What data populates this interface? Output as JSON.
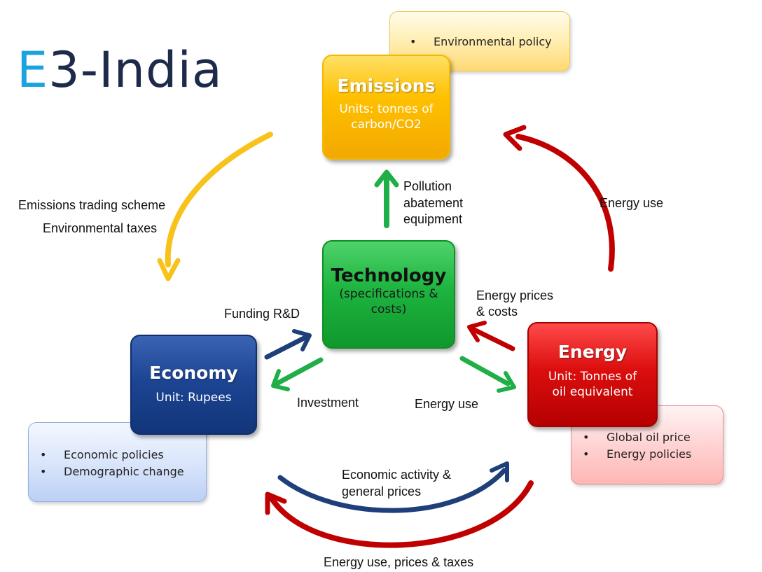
{
  "logo": {
    "prefix": "E",
    "rest": "3-India"
  },
  "nodes": {
    "emissions": {
      "title": "Emissions",
      "sub1": "Units: tonnes of",
      "sub2": "carbon/CO2",
      "color": "#ffc000"
    },
    "technology": {
      "title": "Technology",
      "sub1": "(specifications &",
      "sub2": "costs)",
      "color": "#1db43f"
    },
    "economy": {
      "title": "Economy",
      "sub1": "Unit: Rupees",
      "color": "#1d4593"
    },
    "energy": {
      "title": "Energy",
      "sub1": "Unit: Tonnes of",
      "sub2": "oil equivalent",
      "color": "#dc0e0e"
    }
  },
  "boxes": {
    "emissions_policy": [
      "Environmental policy"
    ],
    "economy_policy": [
      "Economic policies",
      "Demographic change"
    ],
    "energy_policy": [
      "Global oil price",
      "Energy policies"
    ]
  },
  "labels": {
    "emissions_trading": "Emissions trading scheme",
    "env_taxes": "Environmental taxes",
    "pollution_1": "Pollution",
    "pollution_2": "abatement",
    "pollution_3": "equipment",
    "energy_use_top": "Energy use",
    "funding": "Funding R&D",
    "energy_prices_1": "Energy prices",
    "energy_prices_2": "& costs",
    "investment": "Investment",
    "energy_use_mid": "Energy use",
    "econ_activity_1": "Economic activity &",
    "econ_activity_2": "general prices",
    "energy_use_bottom": "Energy use, prices & taxes"
  },
  "arrow_colors": {
    "yellow": "#f7c21a",
    "green": "#1fae47",
    "red": "#c00000",
    "blue": "#1f3f7a"
  }
}
